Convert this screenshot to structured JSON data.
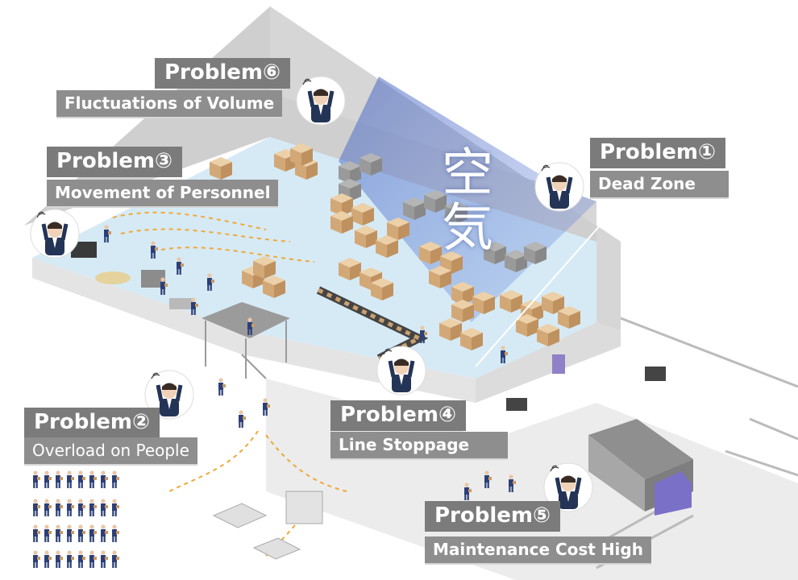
{
  "overlay_text": "空気",
  "problems": [
    {
      "id": "p1",
      "tag": "Problem①",
      "desc": "Dead Zone"
    },
    {
      "id": "p2",
      "tag": "Problem②",
      "desc": "Overload on People"
    },
    {
      "id": "p3",
      "tag": "Problem③",
      "desc": "Movement of Personnel"
    },
    {
      "id": "p4",
      "tag": "Problem④",
      "desc": "Line Stoppage"
    },
    {
      "id": "p5",
      "tag": "Problem⑤",
      "desc": "Maintenance Cost High"
    },
    {
      "id": "p6",
      "tag": "Problem⑥",
      "desc": "Fluctuations of Volume"
    }
  ],
  "colors": {
    "floor": "#d9ecf6",
    "wall": "#cfcfcf",
    "box": "#d9b48a",
    "worker": "#2c3f78",
    "label_dark": "#7b7b7b",
    "label_light": "#8e8e8e",
    "air_zone": "#4a6cc4"
  }
}
